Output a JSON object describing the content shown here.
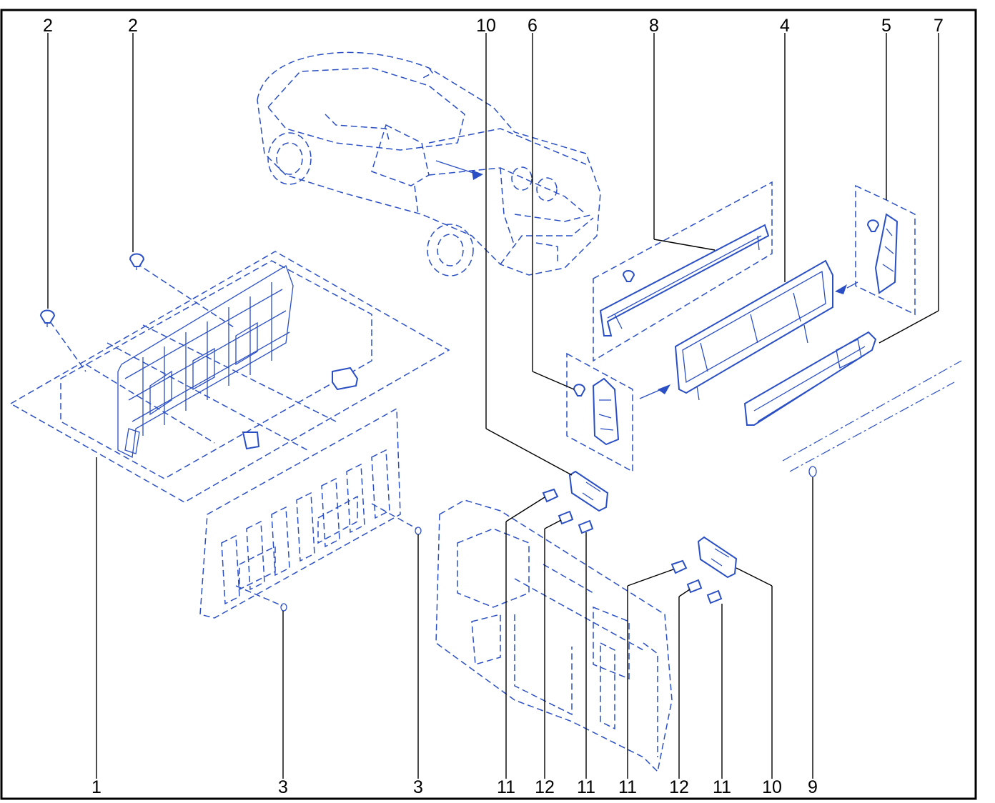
{
  "colors": {
    "ink": "#2a4fc4",
    "frame": "#000000",
    "background": "#ffffff"
  },
  "callouts_top": [
    "2",
    "2",
    "10",
    "6",
    "8",
    "4",
    "5",
    "7"
  ],
  "callouts_bottom": [
    "1",
    "3",
    "3",
    "11",
    "12",
    "11",
    "11",
    "12",
    "11",
    "10",
    "9"
  ]
}
